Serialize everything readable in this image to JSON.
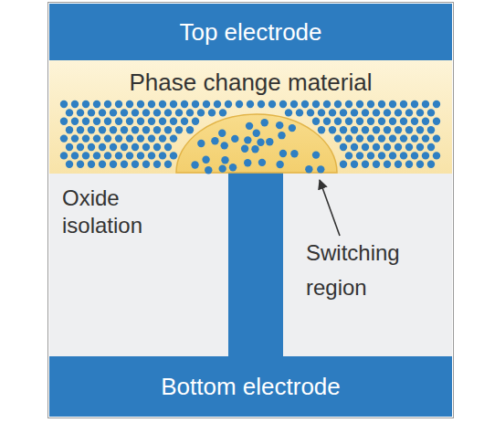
{
  "diagram": {
    "nodes": [
      {
        "text": [
          "Top electrode"
        ]
      },
      {
        "text": [
          "Phase change material"
        ]
      },
      {
        "text": [
          "Oxide isolation"
        ]
      },
      {
        "text": [
          "Bottom electrode"
        ]
      }
    ],
    "labels": [
      "Switching region"
    ]
  }
}
